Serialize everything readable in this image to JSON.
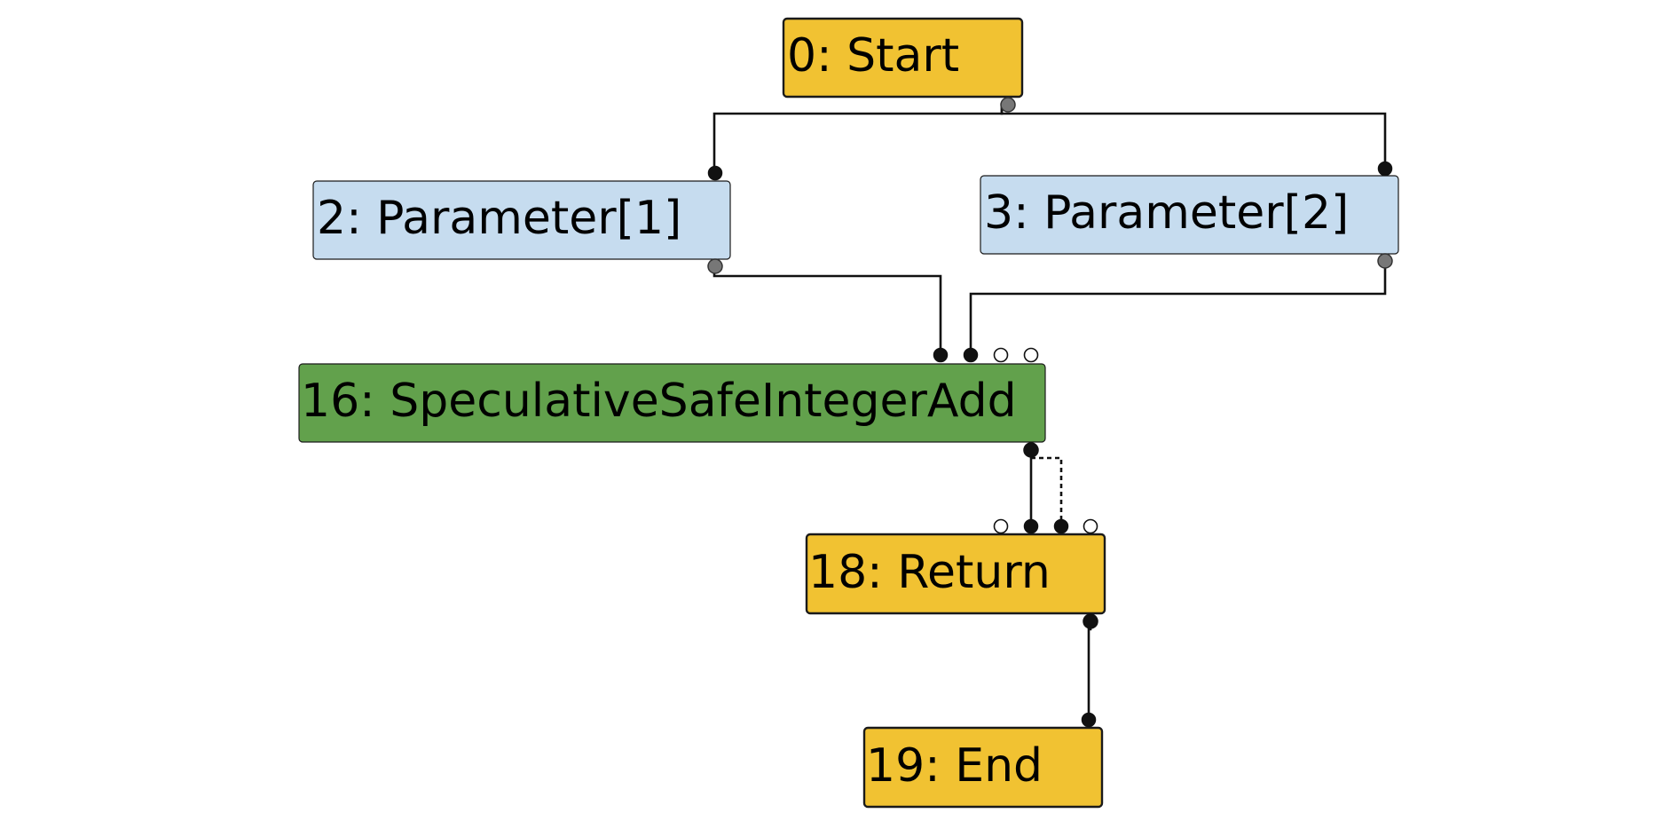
{
  "graph": {
    "nodes": [
      {
        "id": "n0",
        "label": "0: Start",
        "kind": "control"
      },
      {
        "id": "n2",
        "label": "2: Parameter[1]",
        "kind": "parameter"
      },
      {
        "id": "n3",
        "label": "3: Parameter[2]",
        "kind": "parameter"
      },
      {
        "id": "n16",
        "label": "16: SpeculativeSafeIntegerAdd",
        "kind": "operation"
      },
      {
        "id": "n18",
        "label": "18: Return",
        "kind": "control"
      },
      {
        "id": "n19",
        "label": "19: End",
        "kind": "control"
      }
    ],
    "edges": [
      {
        "from": "0: Start",
        "to": "2: Parameter[1]",
        "style": "solid"
      },
      {
        "from": "0: Start",
        "to": "3: Parameter[2]",
        "style": "solid"
      },
      {
        "from": "2: Parameter[1]",
        "to": "16: SpeculativeSafeIntegerAdd",
        "style": "solid"
      },
      {
        "from": "3: Parameter[2]",
        "to": "16: SpeculativeSafeIntegerAdd",
        "style": "solid"
      },
      {
        "from": "16: SpeculativeSafeIntegerAdd",
        "to": "18: Return",
        "style": "solid"
      },
      {
        "from": "16: SpeculativeSafeIntegerAdd",
        "to": "18: Return",
        "style": "dashed"
      },
      {
        "from": "18: Return",
        "to": "19: End",
        "style": "solid"
      }
    ],
    "colors": {
      "control": "#f1c232",
      "parameter": "#c6dcef",
      "operation": "#62a14c",
      "edge": "#111111",
      "port_output": "#777777"
    }
  }
}
